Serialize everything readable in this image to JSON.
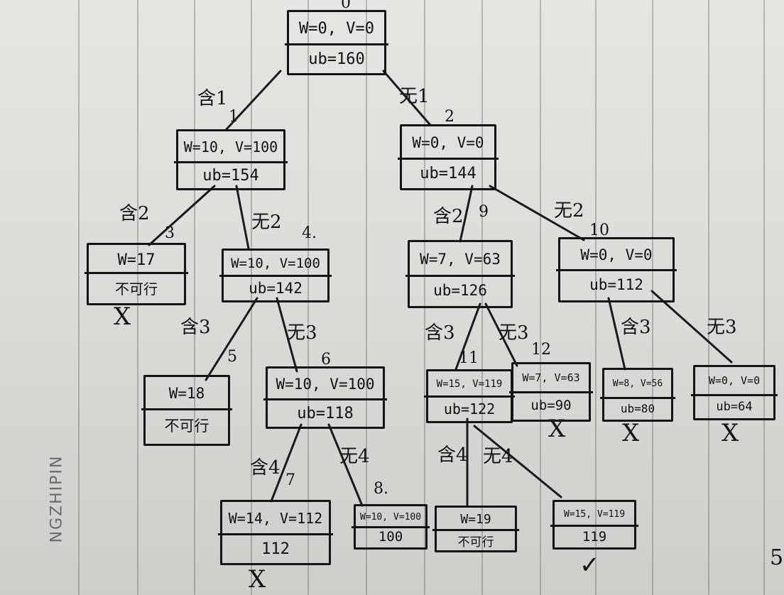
{
  "watermark": "NGZHIPIN",
  "corner_mark": "5",
  "nodes": [
    {
      "id": "0",
      "line1": "W=0, V=0",
      "line2": "ub=160"
    },
    {
      "id": "1",
      "line1": "W=10, V=100",
      "line2": "ub=154"
    },
    {
      "id": "2",
      "line1": "W=0, V=0",
      "line2": "ub=144"
    },
    {
      "id": "3",
      "line1": "W=17",
      "line2": "不可行"
    },
    {
      "id": "4",
      "line1": "W=10, V=100",
      "line2": "ub=142"
    },
    {
      "id": "5",
      "line1": "W=18",
      "line2": "不可行"
    },
    {
      "id": "6",
      "line1": "W=10, V=100",
      "line2": "ub=118"
    },
    {
      "id": "7",
      "line1": "W=14, V=112",
      "line2": "112"
    },
    {
      "id": "8",
      "line1": "W=10, V=100",
      "line2": "100"
    },
    {
      "id": "9",
      "line1": "W=7, V=63",
      "line2": "ub=126"
    },
    {
      "id": "10",
      "line1": "W=0, V=0",
      "line2": "ub=112"
    },
    {
      "id": "11",
      "line1": "W=15, V=119",
      "line2": "ub=122"
    },
    {
      "id": "12",
      "line1": "W=7, V=63",
      "line2": "ub=90"
    },
    {
      "id": "13",
      "line1": "W=8, V=56",
      "line2": "ub=80"
    },
    {
      "id": "14",
      "line1": "W=0, V=0",
      "line2": "ub=64"
    },
    {
      "id": "15",
      "line1": "W=19",
      "line2": "不可行"
    },
    {
      "id": "16",
      "line1": "W=15, V=119",
      "line2": "119"
    }
  ],
  "node_numbers": {
    "n0": "0",
    "n1": "1",
    "n2": "2",
    "n3": "3",
    "n4": "4.",
    "n5": "5",
    "n6": "6",
    "n7": "7",
    "n8": "8.",
    "n9": "9",
    "n10": "10",
    "n11": "11",
    "n12": "12"
  },
  "edges": [
    {
      "label": "含1"
    },
    {
      "label": "无1"
    },
    {
      "label": "含2"
    },
    {
      "label": "无2"
    },
    {
      "label": "含2"
    },
    {
      "label": "无2"
    },
    {
      "label": "含3"
    },
    {
      "label": "无3"
    },
    {
      "label": "含4"
    },
    {
      "label": "无4"
    },
    {
      "label": "含3"
    },
    {
      "label": "无3"
    },
    {
      "label": "含3"
    },
    {
      "label": "无3"
    },
    {
      "label": "含4"
    },
    {
      "label": "无4"
    }
  ],
  "marks": {
    "cross": "X",
    "check": "✓"
  }
}
